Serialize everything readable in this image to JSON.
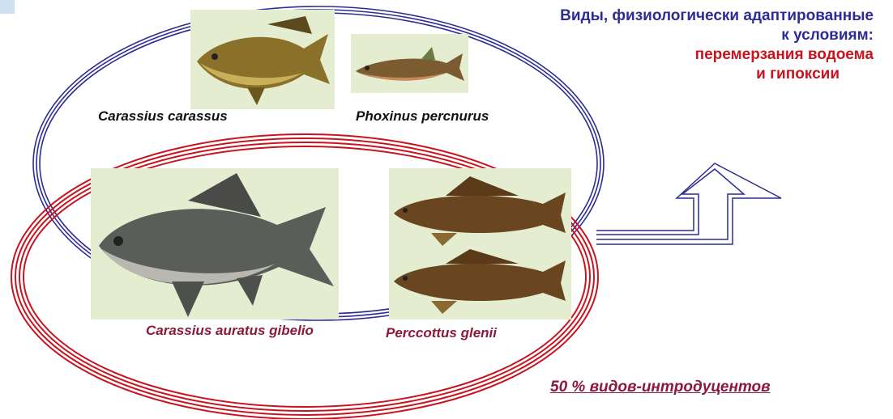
{
  "caption": {
    "line1": "Виды, физиологически адаптированные",
    "line2": "к условиям:",
    "line3": "перемерзания водоема",
    "line4": "и гипоксии"
  },
  "species": {
    "carassius_carassus": "Carassius carassus",
    "phoxinus_percnurus": "Phoxinus percnurus",
    "carassius_gibelio": "Carassius auratus gibelio",
    "perccottus_glenii": "Perccottus glenii"
  },
  "footnote": "50 % видов-интродуцентов",
  "colors": {
    "blue_ellipse": "#2c2c94",
    "red_ellipse": "#c8141e",
    "arrow": "#2c2c94",
    "species_red": "#8b1a3a",
    "photo_bg": "#e4edd0"
  }
}
